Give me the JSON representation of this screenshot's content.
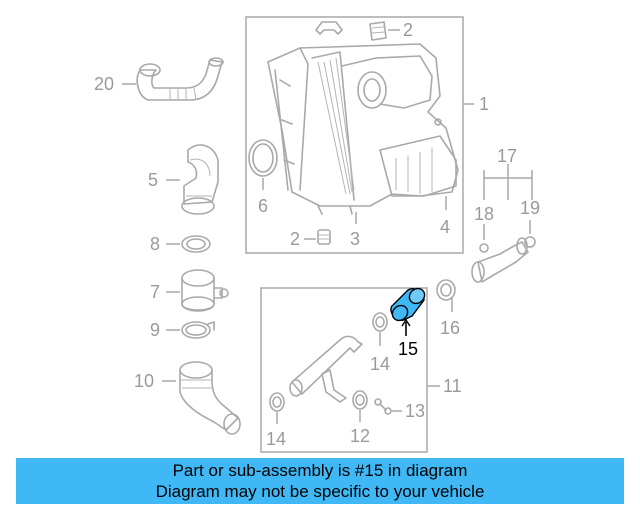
{
  "diagram": {
    "labels": {
      "p1": "1",
      "p2a": "2",
      "p2b": "2",
      "p3": "3",
      "p4": "4",
      "p5": "5",
      "p6": "6",
      "p7": "7",
      "p8": "8",
      "p9": "9",
      "p10": "10",
      "p11": "11",
      "p12": "12",
      "p13": "13",
      "p14a": "14",
      "p14b": "14",
      "p15": "15",
      "p16": "16",
      "p17": "17",
      "p18": "18",
      "p19": "19",
      "p20": "20"
    },
    "highlight_color": "#3fb8f5",
    "line_color": "#a9a9a9"
  },
  "banner": {
    "line1": "Part or sub-assembly is #15 in diagram",
    "line2": "Diagram may not be specific to your vehicle",
    "background": "#3fb8f5"
  }
}
